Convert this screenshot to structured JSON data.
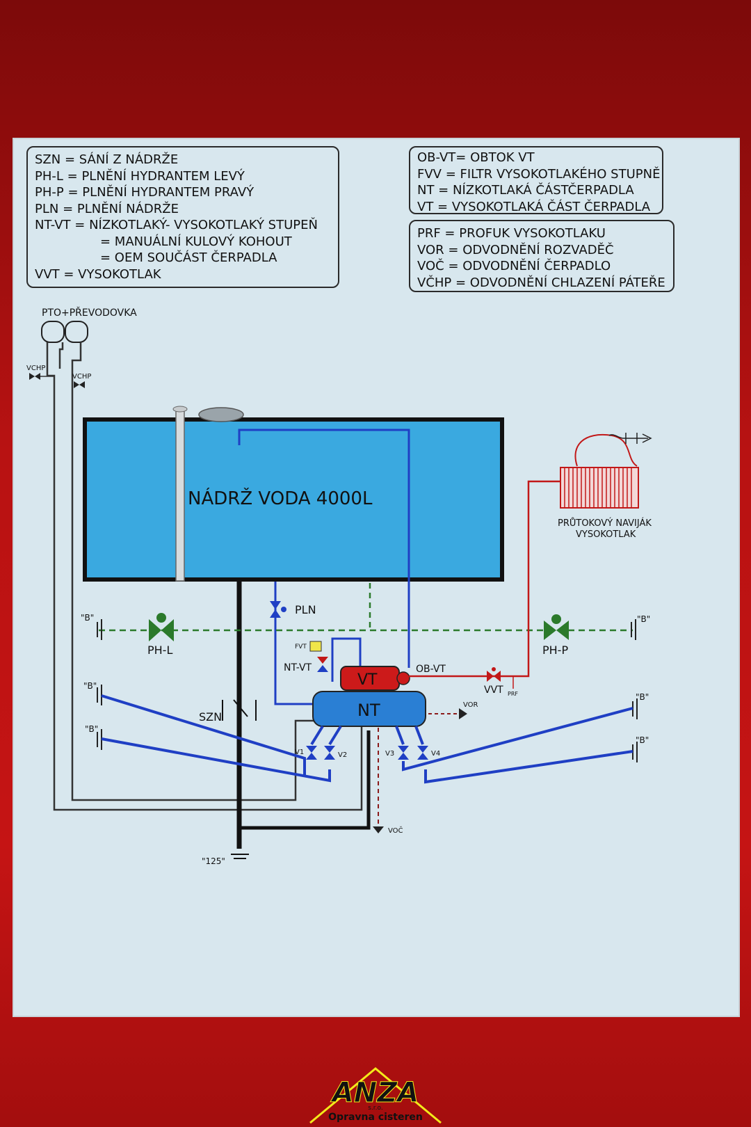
{
  "legend_left": [
    "SZN = SÁNÍ Z NÁDRŽE",
    "PH-L = PLNĚNÍ HYDRANTEM LEVÝ",
    "PH-P = PLNĚNÍ HYDRANTEM PRAVÝ",
    "PLN = PLNĚNÍ NÁDRŽE",
    "NT-VT = NÍZKOTLAKÝ- VYSOKOTLAKÝ STUPEŇ",
    "= MANUÁLNÍ KULOVÝ KOHOUT",
    "= OEM SOUČÁST ČERPADLA",
    "VVT = VYSOKOTLAK"
  ],
  "legend_right_top": [
    "OB-VT= OBTOK VT",
    "FVV = FILTR VYSOKOTLAKÉHO STUPNĚ",
    "NT = NÍZKOTLAKÁ ČÁSTČERPADLA",
    "VT = VYSOKOTLAKÁ ČÁST ČERPADLA"
  ],
  "legend_right_bottom": [
    "PRF = PROFUK VYSOKOTLAKU",
    "VOR = ODVODNĚNÍ ROZVADĚČ",
    "VOČ = ODVODNĚNÍ ČERPADLO",
    "VČHP = ODVODNĚNÍ CHLAZENÍ PÁTEŘE"
  ],
  "labels": {
    "pto": "PTO+PŘEVODOVKA",
    "vchp": "VCHP",
    "tank": "NÁDRŽ VODA 4000L",
    "reel_line1": "PRŮTOKOVÝ NAVIJÁK",
    "reel_line2": "VYSOKOTLAK",
    "pln": "PLN",
    "phl": "PH-L",
    "php": "PH-P",
    "b": "\"B\"",
    "fvt": "FVT",
    "ntvt": "NT-VT",
    "vt": "VT",
    "nt": "NT",
    "obvt": "OB-VT",
    "vvt": "VVT",
    "prf": "PRF",
    "vor": "VOR",
    "szn": "SZN",
    "v1": "V1",
    "v2": "V2",
    "v3": "V3",
    "v4": "V4",
    "voc": "VOČ",
    "c125": "\"125\""
  },
  "brand": {
    "logo": "ANZA",
    "sro": "s.r.o.",
    "tagline": "Opravna cisteren"
  },
  "colors": {
    "water": "#3aa9e0",
    "pipe_blue": "#1f3fc4",
    "pipe_red": "#c21818",
    "pipe_green": "#2b7a2b",
    "vt_red": "#cc1a1a",
    "nt_blue": "#2a7fd4",
    "brand_yellow": "#f3ea1a"
  }
}
